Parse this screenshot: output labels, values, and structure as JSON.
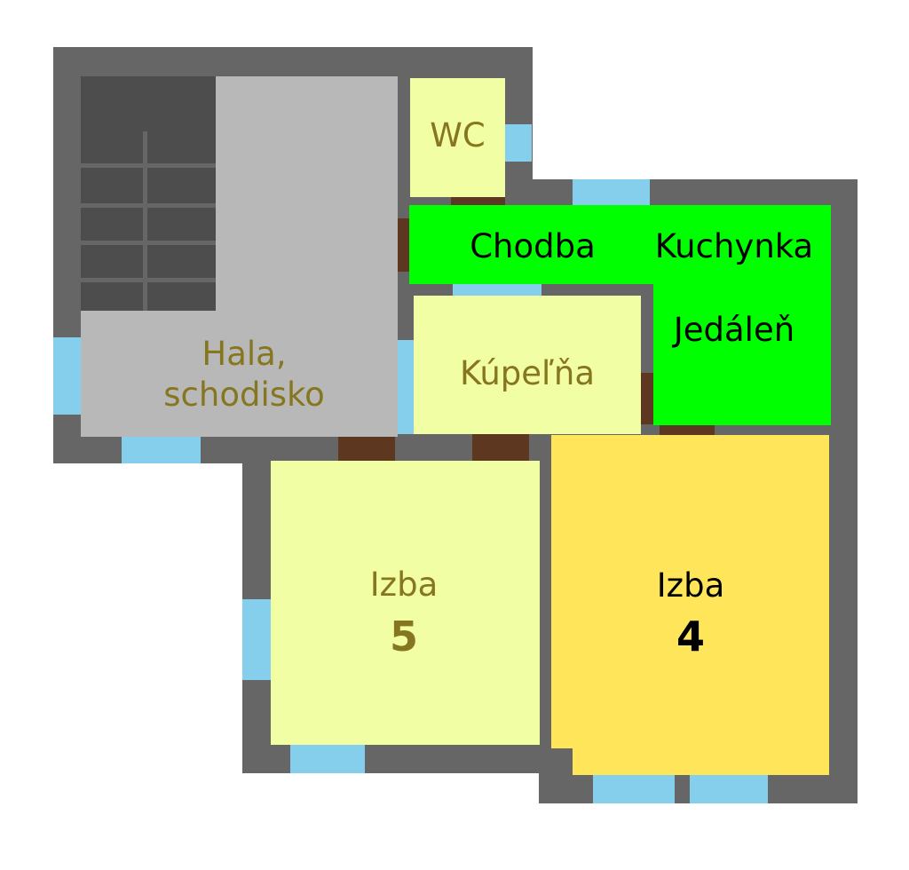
{
  "plan": {
    "rooms": {
      "wc": {
        "name": "WC"
      },
      "hall": {
        "line1": "Hala,",
        "line2": "schodisko"
      },
      "corridor": {
        "name": "Chodba"
      },
      "kitchen": {
        "line1": "Kuchynka",
        "line2": "Jedáleň"
      },
      "bathroom": {
        "name": "Kúpeľňa"
      },
      "room5": {
        "name": "Izba",
        "number": "5"
      },
      "room4": {
        "name": "Izba",
        "number": "4"
      }
    },
    "colors": {
      "wall": "#666666",
      "window": "#85cfec",
      "door": "#5e3720",
      "hall": "#b8b8b8",
      "staircase": "#4d4d4d",
      "light_yellow": "#f2fea4",
      "green": "#00ff00",
      "yellow": "#fee55a",
      "olive_text": "#86761f"
    }
  }
}
